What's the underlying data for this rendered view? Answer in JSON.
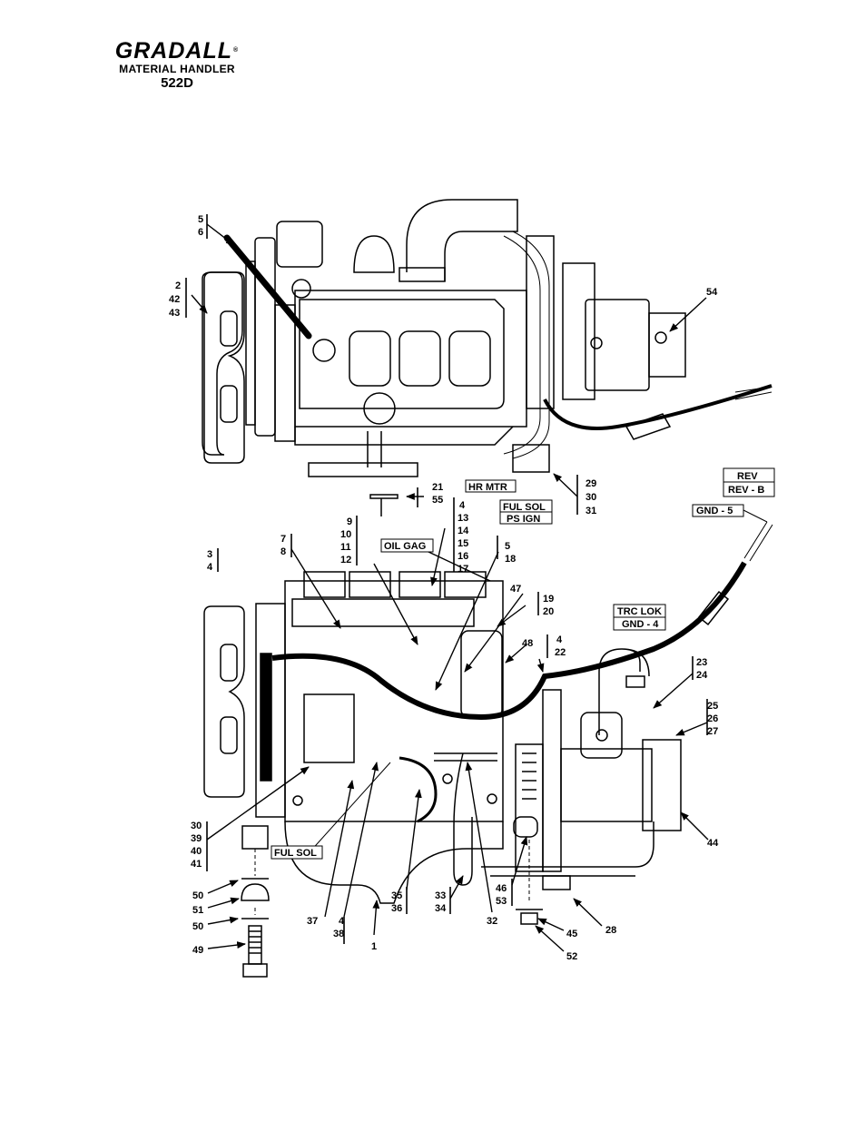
{
  "header": {
    "brand": "GRADALL",
    "registered": "®",
    "subtitle": "MATERIAL HANDLER",
    "model": "522D"
  },
  "callouts": {
    "c5_6": [
      "5",
      "6"
    ],
    "c2_42_43": [
      "2",
      "42",
      "43"
    ],
    "c54": [
      "54"
    ],
    "c21_55": [
      "21",
      "55"
    ],
    "c29_30_31": [
      "29",
      "30",
      "31"
    ],
    "c9_12": [
      "9",
      "10",
      "11",
      "12"
    ],
    "c4_17": [
      "4",
      "13",
      "14",
      "15",
      "16",
      "17"
    ],
    "c7_8": [
      "7",
      "8"
    ],
    "c3_4": [
      "3",
      "4"
    ],
    "c5_18": [
      "5",
      "18"
    ],
    "c47": [
      "47"
    ],
    "c19_20": [
      "19",
      "20"
    ],
    "c48": [
      "48"
    ],
    "c4_22": [
      "4",
      "22"
    ],
    "c23_24": [
      "23",
      "24"
    ],
    "c25_27": [
      "25",
      "26",
      "27"
    ],
    "c44": [
      "44"
    ],
    "c30_41": [
      "30",
      "39",
      "40",
      "41"
    ],
    "c50a": [
      "50"
    ],
    "c51": [
      "51"
    ],
    "c50b": [
      "50"
    ],
    "c49": [
      "49"
    ],
    "c37": [
      "37"
    ],
    "c4_38": [
      "4",
      "38"
    ],
    "c1": [
      "1"
    ],
    "c35_36": [
      "35",
      "36"
    ],
    "c33_34": [
      "33",
      "34"
    ],
    "c32": [
      "32"
    ],
    "c46_53": [
      "46",
      "53"
    ],
    "c45": [
      "45"
    ],
    "c52": [
      "52"
    ],
    "c28": [
      "28"
    ]
  },
  "wire_labels": {
    "hr_mtr": "HR MTR",
    "ful_sol_ps_ign": [
      "FUL SOL",
      "PS IGN"
    ],
    "oil_gag": "OIL GAG",
    "rev": [
      "REV",
      "REV - B"
    ],
    "gnd5": "GND - 5",
    "trc_lok": [
      "TRC LOK",
      "GND - 4"
    ],
    "ful_sol": "FUL SOL"
  }
}
